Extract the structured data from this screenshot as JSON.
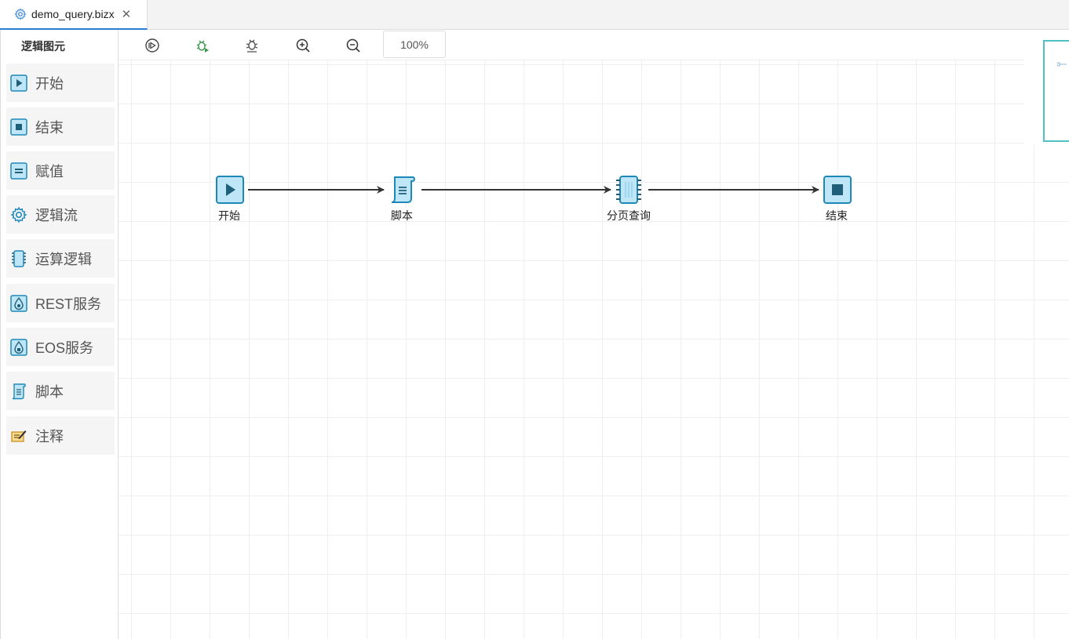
{
  "tab": {
    "title": "demo_query.bizx",
    "close": "✕",
    "icon": "gear-icon"
  },
  "sidebar": {
    "title": "逻辑图元",
    "items": [
      {
        "label": "开始",
        "icon": "start-icon"
      },
      {
        "label": "结束",
        "icon": "end-icon"
      },
      {
        "label": "赋值",
        "icon": "assign-icon"
      },
      {
        "label": "逻辑流",
        "icon": "gear-icon"
      },
      {
        "label": "运算逻辑",
        "icon": "chip-icon"
      },
      {
        "label": "REST服务",
        "icon": "rest-service-icon"
      },
      {
        "label": "EOS服务",
        "icon": "eos-service-icon"
      },
      {
        "label": "脚本",
        "icon": "script-icon"
      },
      {
        "label": "注释",
        "icon": "note-icon"
      }
    ]
  },
  "toolbar": {
    "run": "run-icon",
    "debug": "debug-icon",
    "debug_stop": "debug-stop-icon",
    "zoom_in": "zoom-in-icon",
    "zoom_out": "zoom-out-icon",
    "zoom_level": "100%"
  },
  "flow": {
    "nodes": [
      {
        "id": "start",
        "label": "开始",
        "icon": "start-icon"
      },
      {
        "id": "script",
        "label": "脚本",
        "icon": "script-icon"
      },
      {
        "id": "paged-query",
        "label": "分页查询",
        "icon": "chip-icon"
      },
      {
        "id": "end",
        "label": "结束",
        "icon": "end-icon"
      }
    ],
    "edges": [
      {
        "from": "start",
        "to": "script"
      },
      {
        "from": "script",
        "to": "paged-query"
      },
      {
        "from": "paged-query",
        "to": "end"
      }
    ]
  },
  "colors": {
    "accent": "#2b7cd3",
    "node_fill": "#bfe6f7",
    "node_stroke": "#1e88b8",
    "node_dark": "#1f5f7a",
    "minimap_border": "#4fc1c7"
  }
}
